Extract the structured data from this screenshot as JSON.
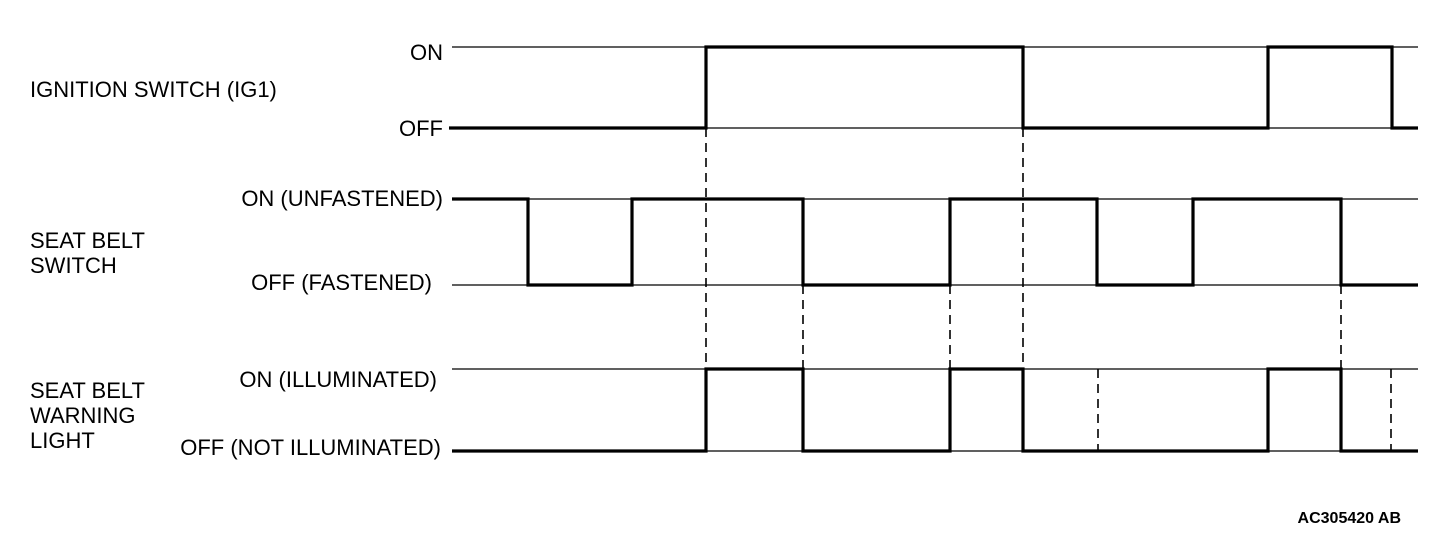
{
  "signals": [
    {
      "name_lines": [
        "IGNITION SWITCH (IG1)"
      ],
      "high_label": "ON",
      "low_label": "OFF"
    },
    {
      "name_lines": [
        "SEAT BELT",
        "SWITCH"
      ],
      "high_label": "ON (UNFASTENED)",
      "low_label": "OFF (FASTENED)"
    },
    {
      "name_lines": [
        "SEAT BELT",
        "WARNING",
        "LIGHT"
      ],
      "high_label": "ON (ILLUMINATED)",
      "low_label": "OFF (NOT ILLUMINATED)"
    }
  ],
  "reference_code": "AC305420 AB"
}
